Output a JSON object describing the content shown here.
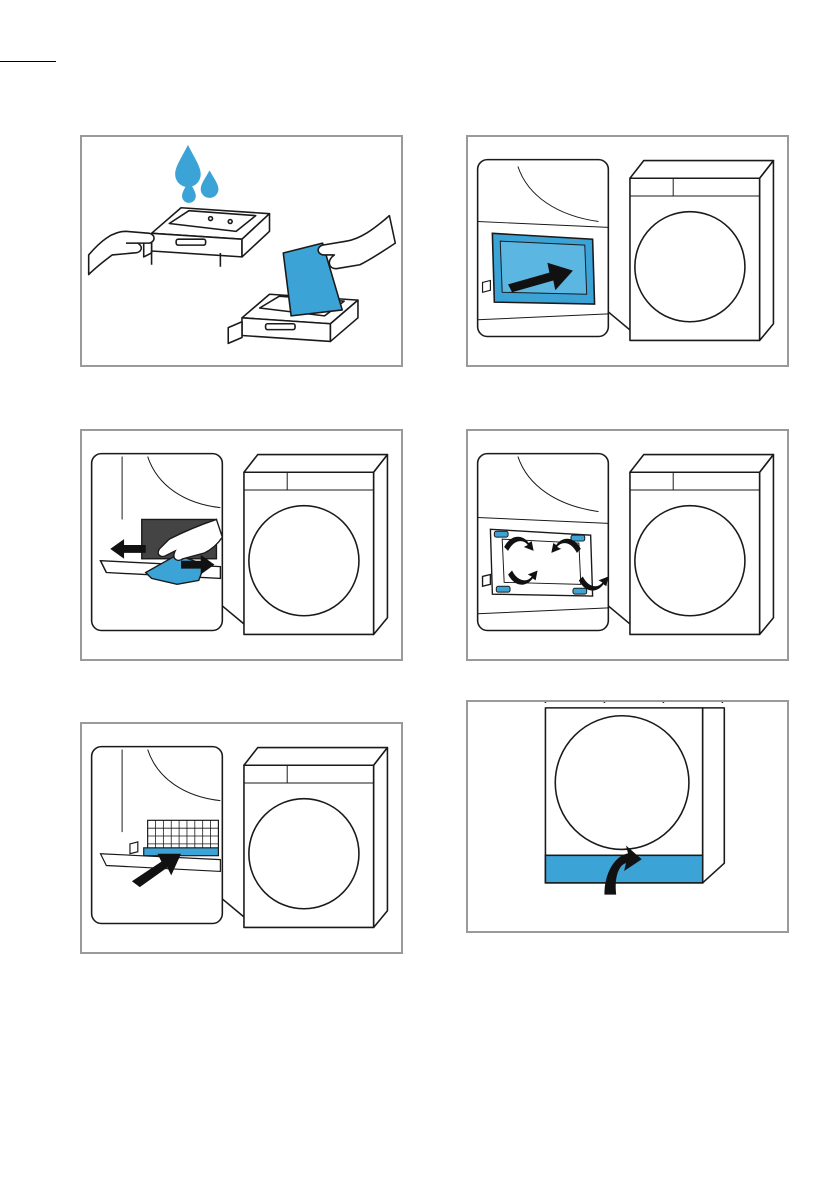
{
  "page": {
    "accent_color": "#3ba3d6",
    "line_color": "#1a1a1a",
    "panel_border_color": "#9a9a9a"
  },
  "panels": [
    {
      "name": "rinse-filter-drawer",
      "icons": [
        "water-drops-icon",
        "hand-icon",
        "filter-drawer-icon",
        "filter-insert-icon"
      ]
    },
    {
      "name": "insert-filter-cover",
      "icons": [
        "filter-cover-icon",
        "push-arrow-icon",
        "dryer-icon"
      ]
    },
    {
      "name": "wipe-filter-compartment",
      "icons": [
        "hand-icon",
        "cloth-icon",
        "double-arrow-icon",
        "dryer-icon"
      ]
    },
    {
      "name": "lock-filter-levers",
      "icons": [
        "lever-icon",
        "rotate-arrow-icon",
        "dryer-icon"
      ]
    },
    {
      "name": "insert-filter-drawer",
      "icons": [
        "filter-drawer-icon",
        "push-arrow-icon",
        "dryer-icon"
      ]
    },
    {
      "name": "close-base-flap",
      "icons": [
        "dryer-front-icon",
        "base-flap-icon",
        "rotate-arrow-icon"
      ]
    }
  ]
}
